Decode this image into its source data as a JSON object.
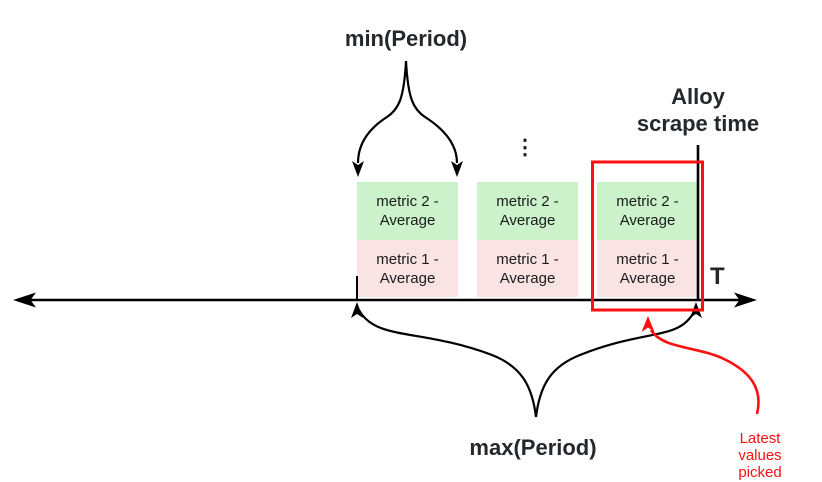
{
  "labels": {
    "min_period": "min(Period)",
    "max_period": "max(Period)",
    "alloy_scrape_time": "Alloy\nscrape time",
    "axis": "T",
    "ellipsis": "⋮",
    "latest_values": "Latest values\npicked"
  },
  "columns": [
    {
      "top": "metric 2 -\nAverage",
      "bottom": "metric 1 -\nAverage"
    },
    {
      "top": "metric 2 -\nAverage",
      "bottom": "metric 1 -\nAverage"
    },
    {
      "top": "metric 2 -\nAverage",
      "bottom": "metric 1 -\nAverage"
    }
  ],
  "colors": {
    "metric2_fill": "#ccf2cb",
    "metric1_fill": "#fae3e3",
    "highlight": "#ff0f0f",
    "label_text": "#23282d",
    "box_text": "#1b1b1b",
    "line": "#000000"
  }
}
